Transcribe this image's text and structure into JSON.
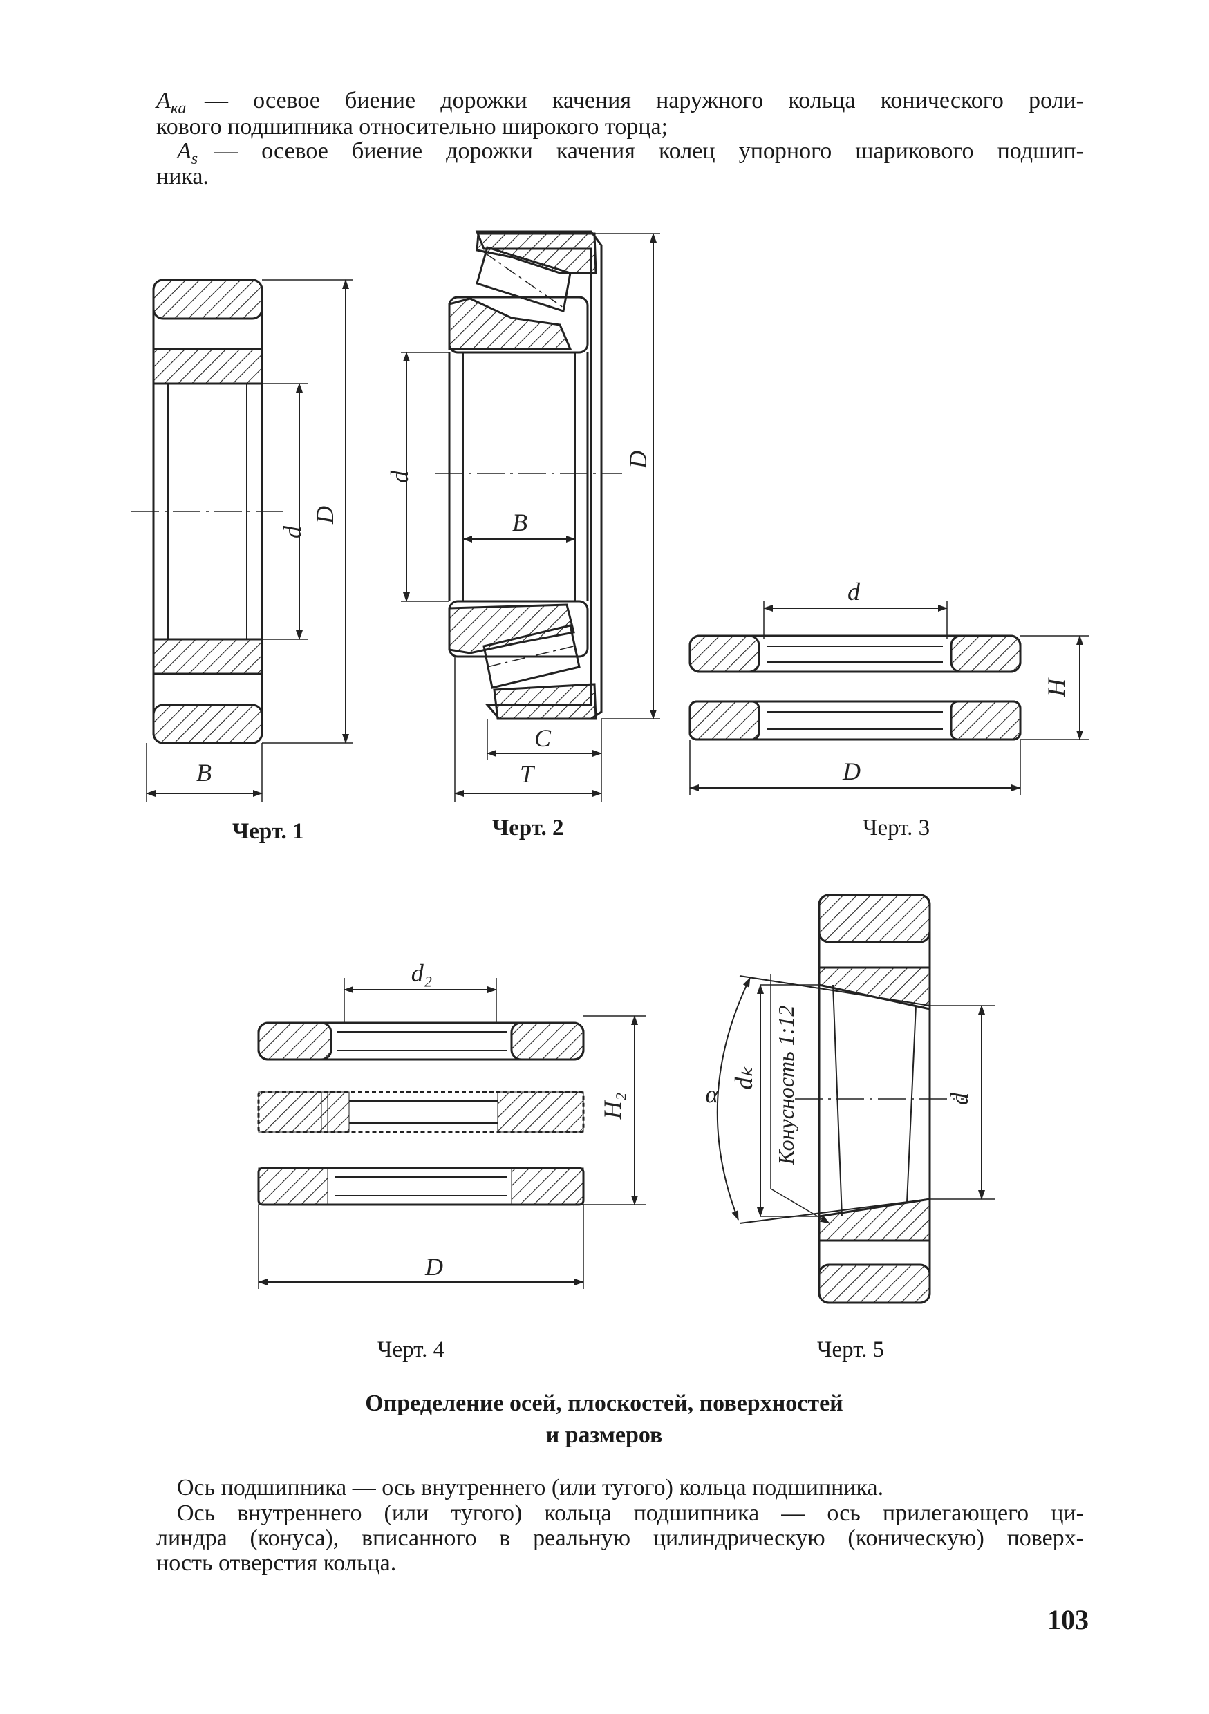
{
  "intro": {
    "line1_symbol": "A",
    "line1_subscript": "ка",
    "line1_text": "— осевое биение дорожки качения наружного кольца конического роли-",
    "line2_text": "кового подшипника относительно широкого торца;",
    "line3_symbol": "A",
    "line3_subscript": "s",
    "line3_text": "— осевое биение дорожки качения колец упорного шарикового подшип-",
    "line4_text": "ника."
  },
  "figures": {
    "fig1": {
      "caption": "Черт. 1",
      "labels": {
        "d": "d",
        "D": "D",
        "B": "B"
      }
    },
    "fig2": {
      "caption": "Черт. 2",
      "labels": {
        "d": "d",
        "D": "D",
        "B": "B",
        "C": "C",
        "T": "T"
      }
    },
    "fig3": {
      "caption": "Черт. 3",
      "labels": {
        "d": "d",
        "H": "H",
        "D": "D"
      }
    },
    "fig4": {
      "caption": "Черт. 4",
      "labels": {
        "d2": "d₂",
        "H2": "H₂",
        "D": "D"
      }
    },
    "fig5": {
      "caption": "Черт. 5",
      "labels": {
        "alpha": "α",
        "dk": "dₖ",
        "taper": "Конусность 1:12",
        "d": "d"
      }
    }
  },
  "section": {
    "heading_line1": "Определение осей, плоскостей, поверхностей",
    "heading_line2": "и размеров",
    "p1": "Ось подшипника — ось внутреннего (или тугого) кольца подшипника.",
    "p2_line1": "Ось внутреннего (или тугого) кольца подшипника — ось прилегающего ци-",
    "p2_line2": "линдра (конуса), вписанного в реальную цилиндрическую (коническую) поверх-",
    "p2_line3": "ность отверстия кольца."
  },
  "page_number": "103"
}
